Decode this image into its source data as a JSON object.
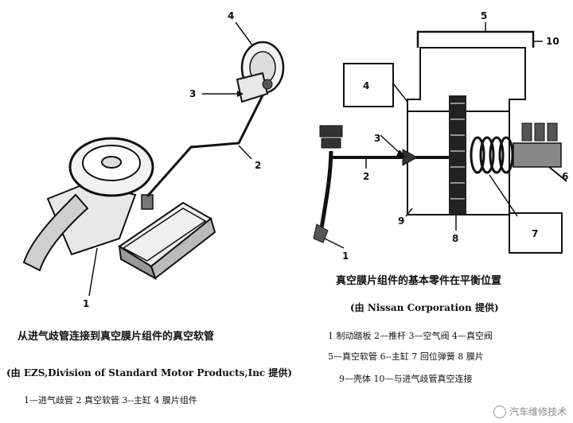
{
  "left": {
    "labels": {
      "n1": "1",
      "n2": "2",
      "n3": "3",
      "n4": "4"
    },
    "title": "从进气歧管连接到真空膜片组件的真空软管",
    "source": "(由 EZS,Division of Standard Motor Products,Inc 提供)",
    "legend": "1—进气歧管  2  真空软管  3--主缸  4  膜片组件"
  },
  "right": {
    "labels": {
      "n1": "1",
      "n2": "2",
      "n3": "3",
      "n4": "4",
      "n5": "5",
      "n6": "6",
      "n7": "7",
      "n8": "8",
      "n9": "9",
      "n10": "10"
    },
    "title": "真空膜片组件的基本零件在平衡位置",
    "source": "(由 Nissan Corporation 提供)",
    "legend_line1": "1  制动踏板  2—推杆  3—空气阀  4—真空阀",
    "legend_line2": "5—真空软管  6--主缸  7  回位弹簧  8  膜片",
    "legend_line3": "9—壳体  10—与进气歧管真空连接"
  },
  "watermark": "汽车维修技术"
}
